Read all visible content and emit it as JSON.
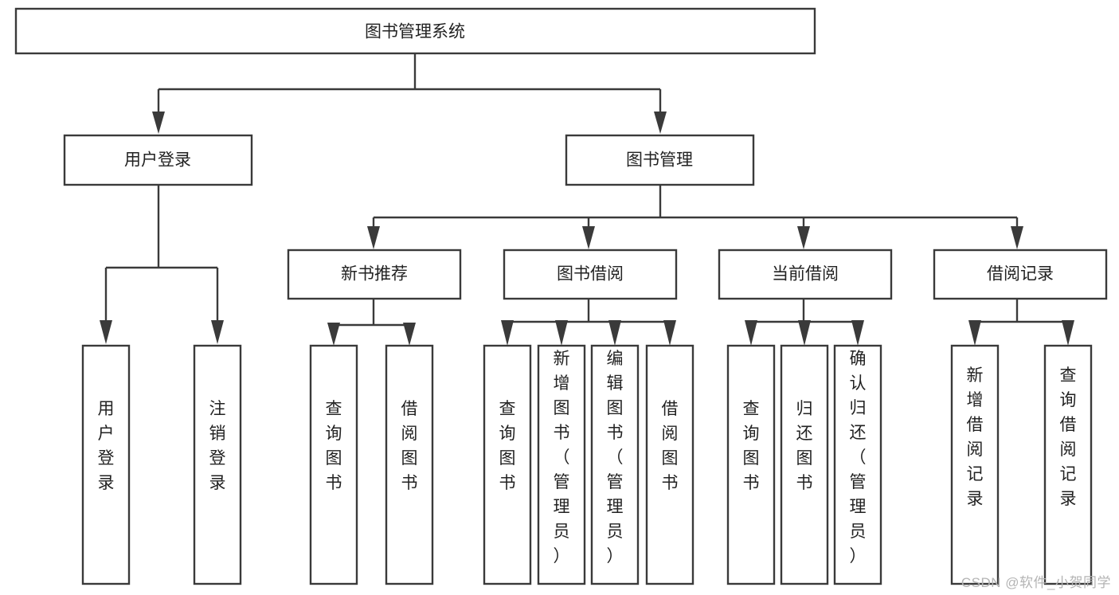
{
  "diagram": {
    "type": "tree-hierarchy",
    "root": {
      "label": "图书管理系统"
    },
    "level2": [
      {
        "label": "用户登录"
      },
      {
        "label": "图书管理"
      }
    ],
    "level3": [
      {
        "label": "新书推荐"
      },
      {
        "label": "图书借阅"
      },
      {
        "label": "当前借阅"
      },
      {
        "label": "借阅记录"
      }
    ],
    "leaves": {
      "user_login": [
        {
          "label": "用户登录"
        },
        {
          "label": "注销登录"
        }
      ],
      "new_book_recommend": [
        {
          "label": "查询图书"
        },
        {
          "label": "借阅图书"
        }
      ],
      "book_borrow": [
        {
          "label": "查询图书"
        },
        {
          "label": "新增图书（管理员）"
        },
        {
          "label": "编辑图书（管理员）"
        },
        {
          "label": "借阅图书"
        }
      ],
      "current_borrow": [
        {
          "label": "查询图书"
        },
        {
          "label": "归还图书"
        },
        {
          "label": "确认归还（管理员）"
        }
      ],
      "borrow_record": [
        {
          "label": "新增借阅记录"
        },
        {
          "label": "查询借阅记录"
        }
      ]
    }
  },
  "watermark": {
    "text": "CSDN @软件_小贺同学"
  },
  "colors": {
    "stroke": "#3a3a3a",
    "box_fill": "#ffffff",
    "text": "#222222",
    "watermark": "#b4b4b4",
    "background": "#ffffff"
  }
}
